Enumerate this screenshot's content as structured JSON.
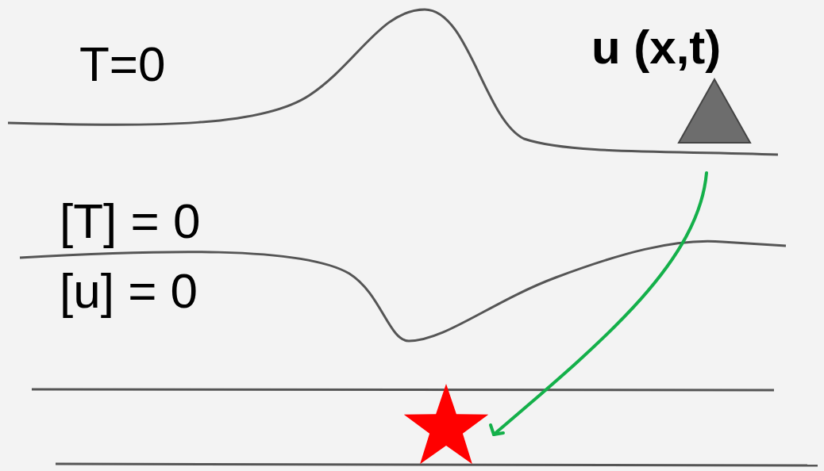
{
  "diagram": {
    "labels": [
      "T=0",
      "u (x,t)",
      "[T] = 0",
      "[u] = 0"
    ]
  }
}
